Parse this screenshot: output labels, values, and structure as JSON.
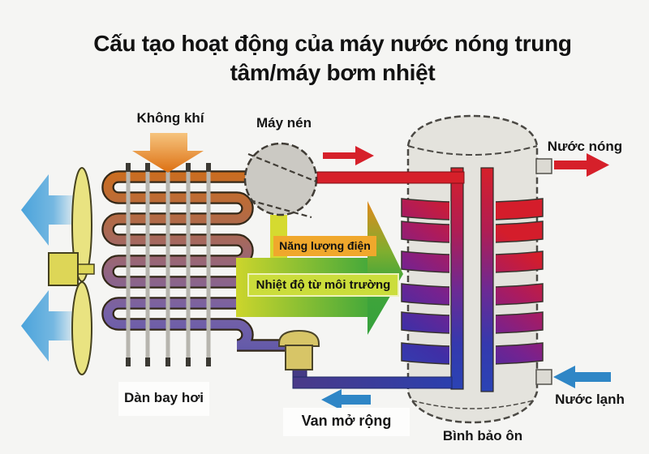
{
  "title": {
    "line1": "Cấu tạo hoạt động của máy nước nóng trung",
    "line2": "tâm/máy bơm nhiệt"
  },
  "labels": {
    "air": "Không khí",
    "compressor": "Máy nén",
    "hot_water": "Nước nóng",
    "cold_water": "Nước lạnh",
    "tank": "Bình bảo ôn",
    "evaporator": "Dàn bay hơi",
    "expansion_valve_prefix": "Van mở ",
    "expansion_valve_emphasis": "rộng",
    "electric_energy": "Năng lượng điện",
    "ambient_heat": "Nhiệt độ từ môi trường"
  },
  "colors": {
    "hot": "#d6202a",
    "cold": "#2f86c6",
    "air_arrow": "#dd7012",
    "electric_bar": "#d5da30",
    "electric_highlight": "#f0a82c",
    "ambient_highlight": "#cbdd3b",
    "ambient_arrow_green": "#43a63a",
    "coil_top": "#cc6d1d",
    "coil_bottom": "#635aa9",
    "tank_band_top": "#d41d2b",
    "tank_band_bottom": "#2b46b6",
    "tank_body": "#e4e3dd",
    "valve_body": "#d7c567",
    "fan_blade": "#e9e381"
  }
}
